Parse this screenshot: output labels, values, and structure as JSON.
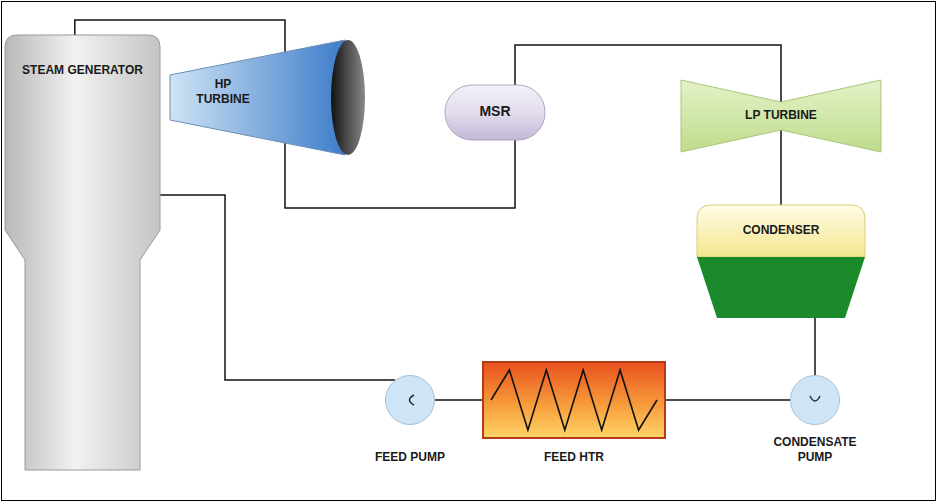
{
  "diagram": {
    "nodes": [
      {
        "text": [
          "STEAM GENERATOR"
        ]
      },
      {
        "text": [
          "HP TURBINE"
        ]
      },
      {
        "text": [
          "MSR"
        ]
      },
      {
        "text": [
          "LP TURBINE"
        ]
      },
      {
        "text": [
          "CONDENSER"
        ]
      },
      {
        "text": [
          "CONDENSATE PUMP"
        ]
      },
      {
        "text": [
          "FEED HTR"
        ]
      },
      {
        "text": [
          "FEED PUMP"
        ]
      }
    ],
    "edges": [
      {
        "from": 0,
        "to": 1,
        "arrow": "none"
      },
      {
        "from": 1,
        "to": 2,
        "arrow": "none"
      },
      {
        "from": 2,
        "to": 3,
        "arrow": "none"
      },
      {
        "from": 3,
        "to": 4,
        "arrow": "none"
      },
      {
        "from": 4,
        "to": 5,
        "arrow": "none"
      },
      {
        "from": 5,
        "to": 6,
        "arrow": "none"
      },
      {
        "from": 6,
        "to": 7,
        "arrow": "none"
      },
      {
        "from": 7,
        "to": 0,
        "arrow": "none"
      }
    ]
  }
}
